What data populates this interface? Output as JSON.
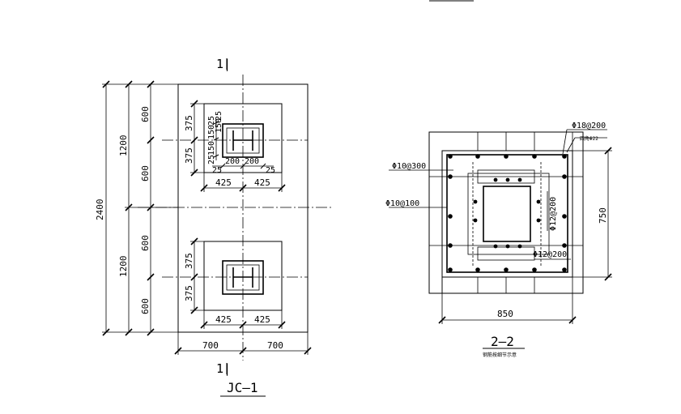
{
  "plan": {
    "section_mark_top": "1|",
    "section_mark_bottom": "1|",
    "title": "JC—1",
    "dims": {
      "total_height": "2400",
      "half_upper": "1200",
      "half_lower": "1200",
      "q1": "600",
      "q2": "600",
      "q3": "600",
      "q4": "600",
      "upper_pier_top": "375",
      "upper_pier_bottom": "375",
      "lower_pier_top": "375",
      "lower_pier_bottom": "375",
      "upper_pier_left": "425",
      "upper_pier_right": "425",
      "lower_pier_left": "425",
      "lower_pier_right": "425",
      "plate_left": "200",
      "plate_right": "200",
      "plate_v1": "25",
      "plate_v2": "150",
      "plate_v3": "150",
      "plate_v4": "25",
      "plate_h_left": "25",
      "plate_h_right": "25",
      "plate_150a": "150",
      "plate_25a": "25",
      "base_left": "700",
      "base_right": "700"
    }
  },
  "section": {
    "title": "2—2",
    "note": "钢筋按细节示意",
    "labels": {
      "top_bar": "Φ18@200",
      "corner_bar": "四角Φ22",
      "stirrup_a": "Φ10@300",
      "stirrup_b": "Φ10@100",
      "inner_v": "Φ12@200",
      "inner_h": "Φ12@200",
      "width": "850",
      "height": "750"
    }
  }
}
